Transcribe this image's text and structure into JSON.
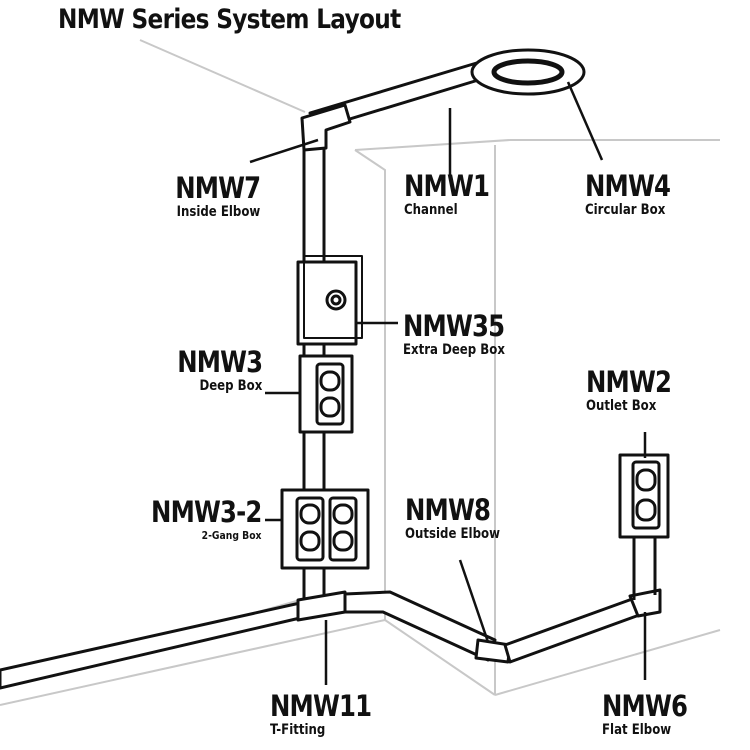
{
  "title": "NMW Series System Layout",
  "components": [
    {
      "id": "nmw7",
      "code": "NMW7",
      "desc": "Inside Elbow"
    },
    {
      "id": "nmw1",
      "code": "NMW1",
      "desc": "Channel"
    },
    {
      "id": "nmw4",
      "code": "NMW4",
      "desc": "Circular Box"
    },
    {
      "id": "nmw35",
      "code": "NMW35",
      "desc": "Extra Deep Box"
    },
    {
      "id": "nmw3",
      "code": "NMW3",
      "desc": "Deep Box"
    },
    {
      "id": "nmw2",
      "code": "NMW2",
      "desc": "Outlet Box"
    },
    {
      "id": "nmw3-2",
      "code": "NMW3-2",
      "desc": "2-Gang Box"
    },
    {
      "id": "nmw8",
      "code": "NMW8",
      "desc": "Outside Elbow"
    },
    {
      "id": "nmw11",
      "code": "NMW11",
      "desc": "T-Fitting"
    },
    {
      "id": "nmw6",
      "code": "NMW6",
      "desc": "Flat Elbow"
    }
  ],
  "colors": {
    "ink": "#111111",
    "wall_line": "#c8c8c8",
    "fill": "#ffffff"
  }
}
